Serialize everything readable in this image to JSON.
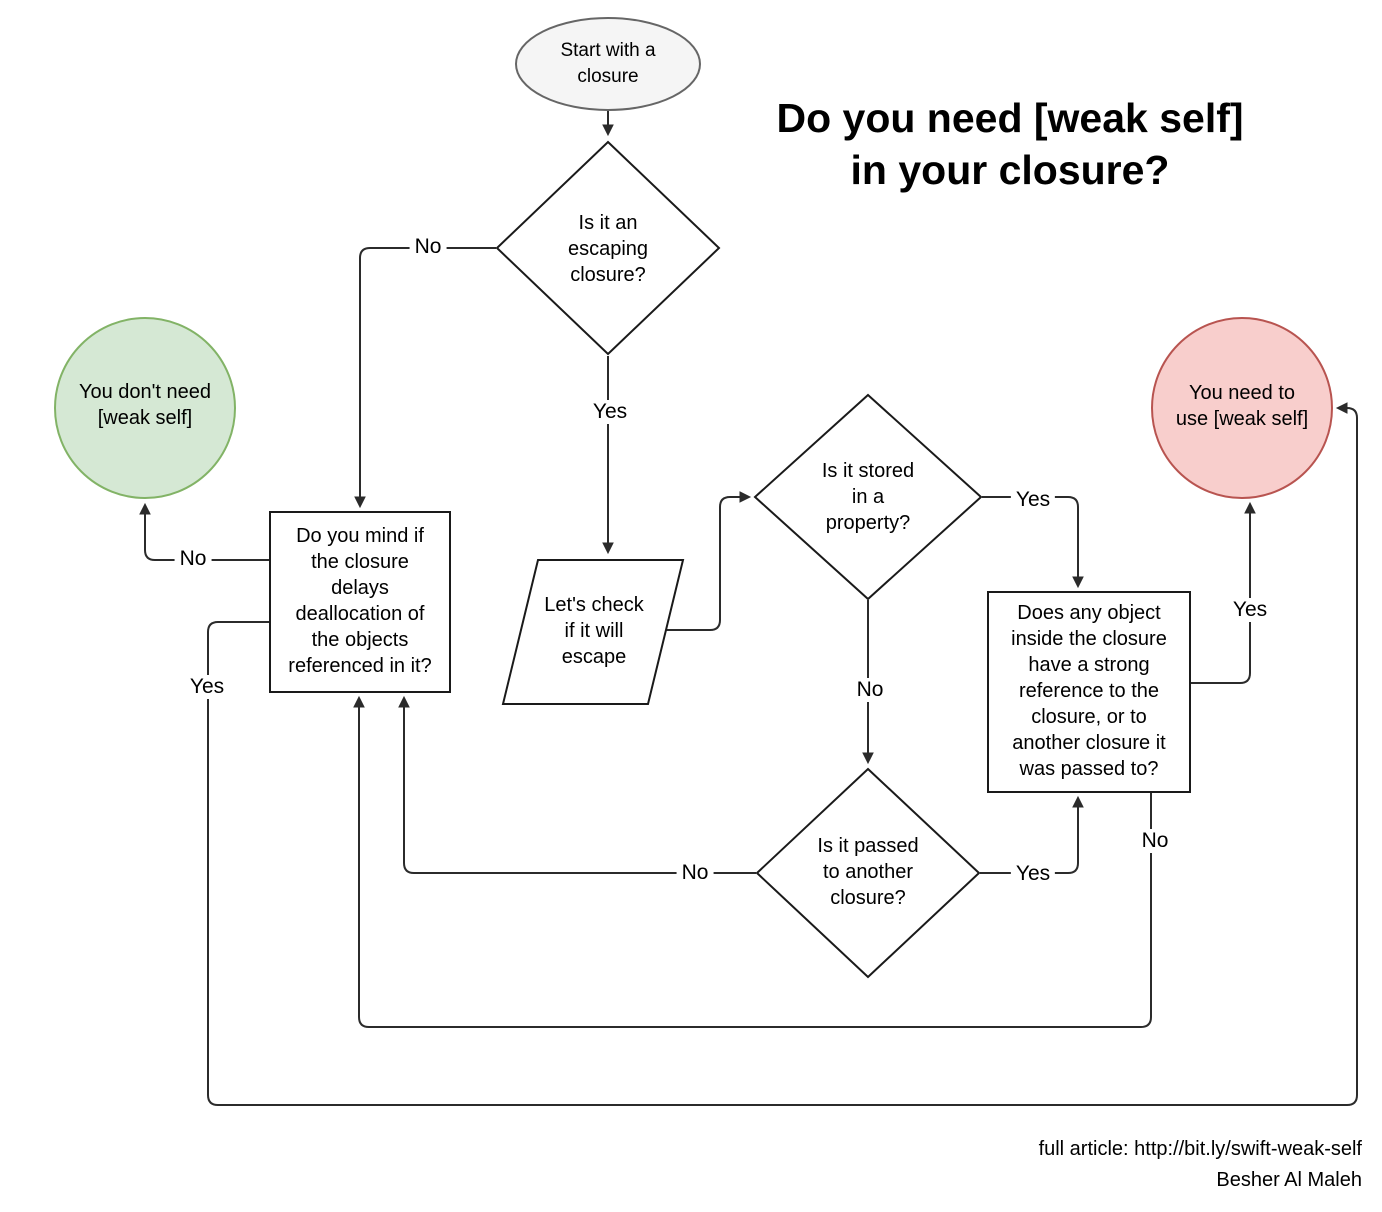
{
  "title": "Do you need [weak self]\nin your closure?",
  "footer": {
    "line1": "full article: http://bit.ly/swift-weak-self",
    "line2": "Besher Al Maleh"
  },
  "colors": {
    "line": "#2b2b2b",
    "terminal_fill": "#f5f5f5",
    "terminal_stroke": "#666666",
    "good_fill": "#d5e8d4",
    "good_stroke": "#82b366",
    "bad_fill": "#f8cecc",
    "bad_stroke": "#b85450"
  },
  "nodes": {
    "start": {
      "type": "terminal",
      "label": "Start with a\nclosure"
    },
    "escaping": {
      "type": "decision",
      "label": "Is it an\nescaping\nclosure?"
    },
    "check_escape": {
      "type": "process",
      "label": "Let's check\nif it will\nescape"
    },
    "stored_property": {
      "type": "decision",
      "label": "Is it stored\nin a\nproperty?"
    },
    "strong_reference": {
      "type": "decision-box",
      "label": "Does any object\ninside the closure\nhave a strong\nreference to the\nclosure, or to\nanother closure it\nwas passed to?"
    },
    "passed_closure": {
      "type": "decision",
      "label": "Is it passed\nto another\nclosure?"
    },
    "mind_delay": {
      "type": "decision-box",
      "label": "Do you mind if\nthe closure\ndelays\ndeallocation of\nthe objects\nreferenced in it?"
    },
    "no_weak_self": {
      "type": "end",
      "label": "You don't need\n[weak self]"
    },
    "need_weak_self": {
      "type": "end",
      "label": "You need to\nuse [weak self]"
    }
  },
  "edge_labels": {
    "escaping_no": "No",
    "escaping_yes": "Yes",
    "property_yes": "Yes",
    "property_no": "No",
    "strongref_yes": "Yes",
    "strongref_no": "No",
    "passed_yes": "Yes",
    "passed_no": "No",
    "mind_no": "No",
    "mind_yes": "Yes"
  }
}
